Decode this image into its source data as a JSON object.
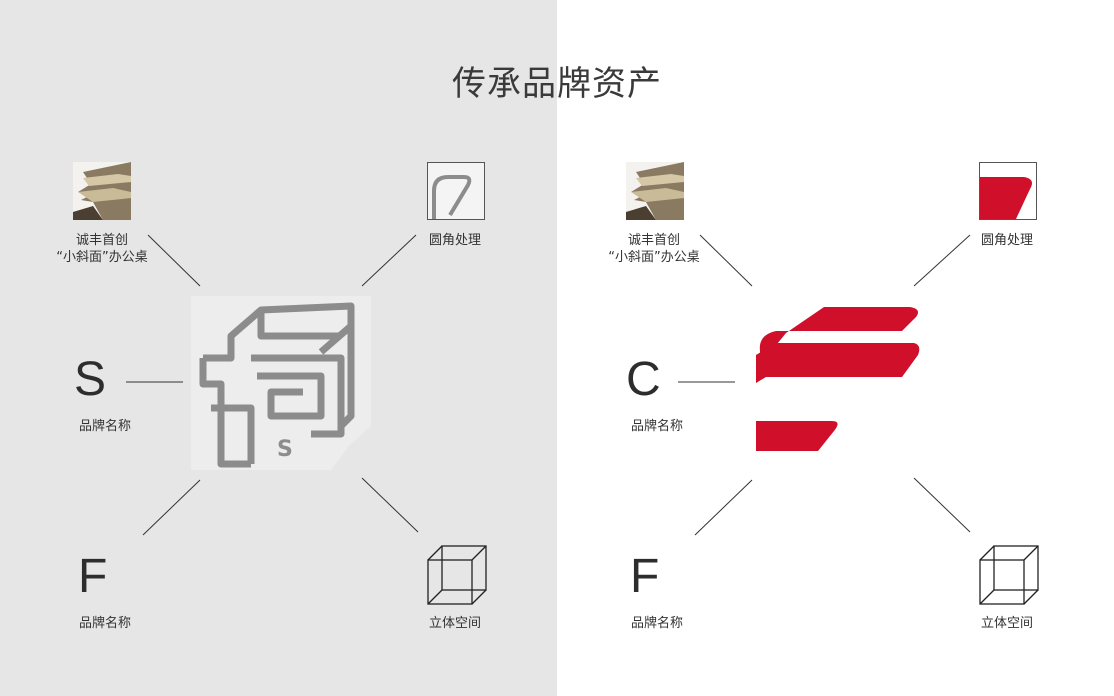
{
  "title": "传承品牌资产",
  "colors": {
    "left_bg": "#e6e6e6",
    "right_bg": "#ffffff",
    "brand_red": "#d0102a",
    "gray_logo": "#8c8c8c"
  },
  "left": {
    "desk_label_1": "诚丰首创",
    "desk_label_2": "“小斜面”办公桌",
    "corner_label": "圆角处理",
    "letter_top": "S",
    "letter_top_label": "品牌名称",
    "letter_bottom": "F",
    "letter_bottom_label": "品牌名称",
    "space_label": "立体空间"
  },
  "right": {
    "desk_label_1": "诚丰首创",
    "desk_label_2": "“小斜面”办公桌",
    "corner_label": "圆角处理",
    "letter_top": "C",
    "letter_top_label": "品牌名称",
    "letter_bottom": "F",
    "letter_bottom_label": "品牌名称",
    "space_label": "立体空间"
  }
}
